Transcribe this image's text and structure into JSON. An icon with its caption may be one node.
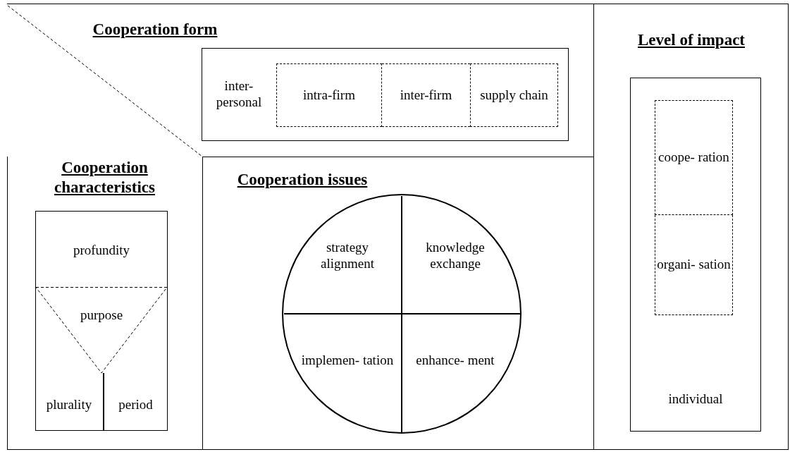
{
  "diagram": {
    "nodes": [
      {
        "text": [
          "Cooperation form"
        ]
      },
      {
        "text": [
          "inter- personal"
        ],
        "in": 0
      },
      {
        "text": [
          "intra-firm"
        ],
        "in": 1
      },
      {
        "text": [
          "inter-firm"
        ],
        "in": 1
      },
      {
        "text": [
          "supply chain"
        ],
        "in": 1
      },
      {
        "text": [
          "Level of impact"
        ]
      },
      {
        "text": [
          "individual"
        ],
        "in": 5
      },
      {
        "text": [
          "coope- ration"
        ],
        "in": 6
      },
      {
        "text": [
          "organi- sation"
        ],
        "in": 6
      },
      {
        "text": [
          "Cooperation characteristics"
        ]
      },
      {
        "text": [
          "profundity"
        ],
        "in": 9
      },
      {
        "text": [
          "purpose"
        ],
        "in": 10
      },
      {
        "text": [
          "plurality"
        ],
        "in": 10
      },
      {
        "text": [
          "period"
        ],
        "in": 10
      },
      {
        "text": [
          "Cooperation issues"
        ]
      },
      {
        "text": [],
        "shape": "circle",
        "in": 14
      },
      {
        "text": [
          "strategy alignment"
        ],
        "in": 15
      },
      {
        "text": [
          "knowledge exchange"
        ],
        "in": 15
      },
      {
        "text": [
          "implemen- tation"
        ],
        "in": 15
      },
      {
        "text": [
          "enhance- ment"
        ],
        "in": 15
      }
    ],
    "edges": []
  }
}
